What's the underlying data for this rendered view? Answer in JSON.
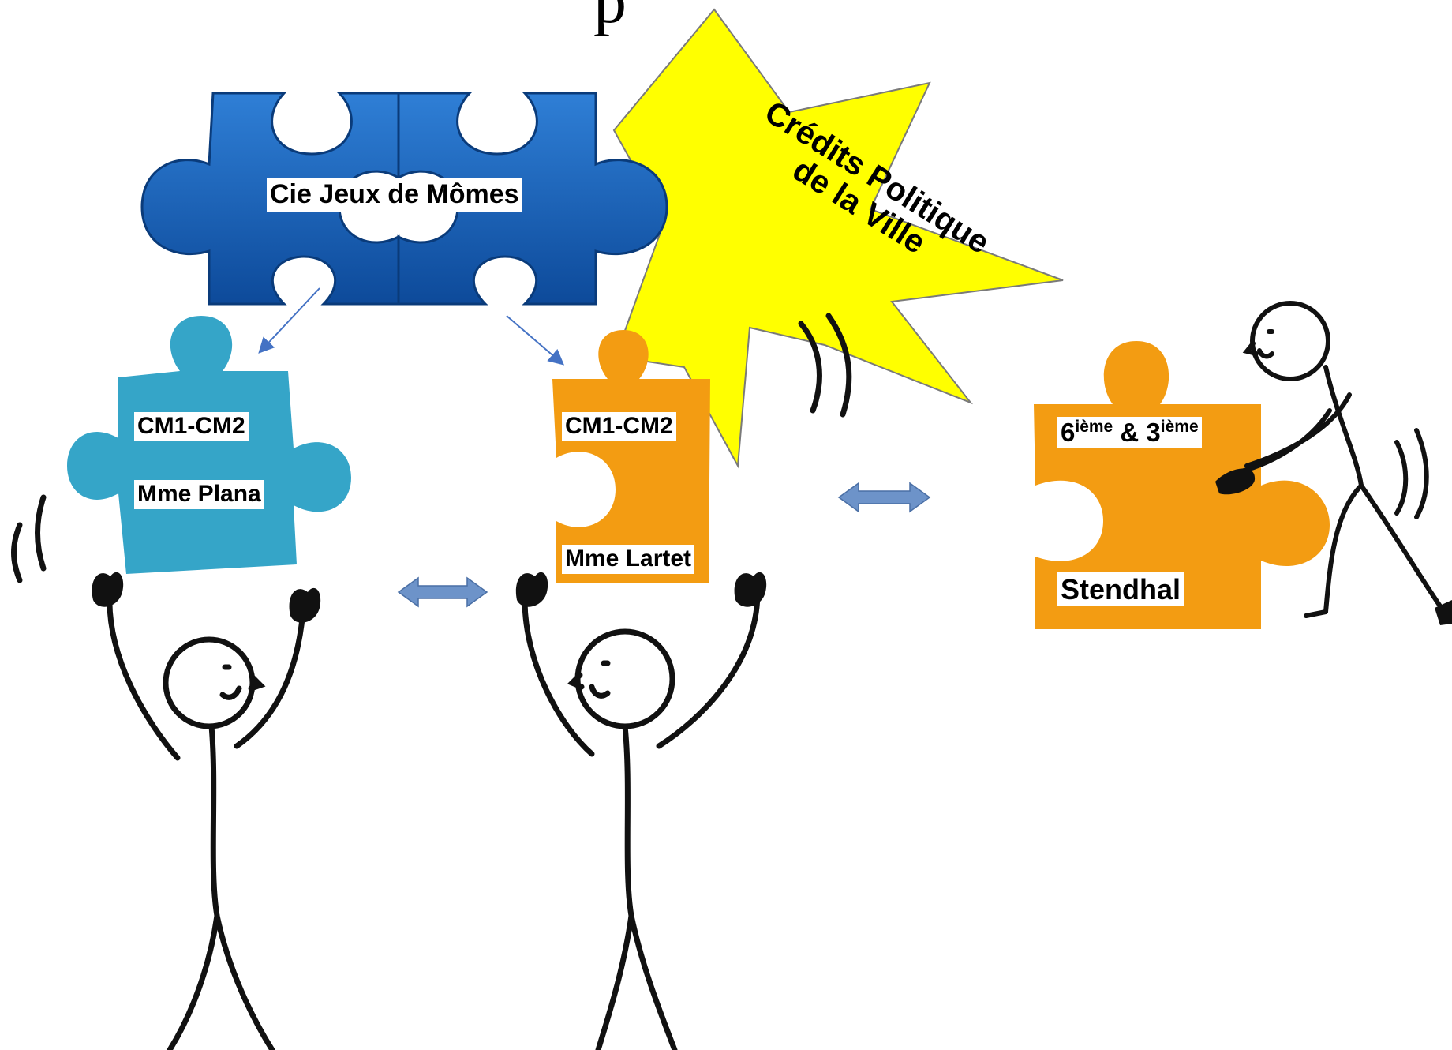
{
  "header": {
    "title_fragment": "p"
  },
  "star": {
    "line1": "Crédits Politique",
    "line2": "de la Ville",
    "color": "#ffff00"
  },
  "pieces": {
    "company": {
      "label": "Cie Jeux de Mômes",
      "color": "#1565c0"
    },
    "class_plana": {
      "grade": "CM1-CM2",
      "teacher": "Mme Plana",
      "color": "#35a5c8"
    },
    "class_lartet": {
      "grade": "CM1-CM2",
      "teacher": "Mme Lartet",
      "color": "#f39c12"
    },
    "college": {
      "grade_a": "6",
      "grade_a_sup": "ième",
      "connector": " & ",
      "grade_b": "3",
      "grade_b_sup": "ième",
      "school": "Stendhal",
      "color": "#f39c12"
    }
  },
  "icons": {
    "arrow_color": "#4472c4",
    "double_arrow_color": "#6d93c9",
    "figure_color": "#111111"
  }
}
